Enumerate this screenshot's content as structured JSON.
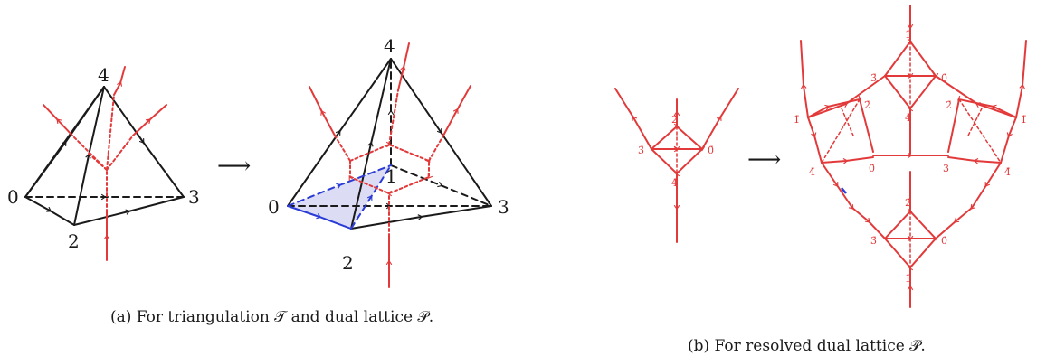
{
  "colors": {
    "black": "#1a1a1a",
    "red": "#e23a3a",
    "blue": "#2b3cd6",
    "fill": "#dcdcf4"
  },
  "panel_a": {
    "left_labels": {
      "v0": "0",
      "v2": "2",
      "v3": "3",
      "v4": "4"
    },
    "right_labels": {
      "v0": "0",
      "v1": "1",
      "v2": "2",
      "v3": "3",
      "v4": "4"
    },
    "arrow": "⟶",
    "caption": "(a) For triangulation 𝒯 and dual lattice 𝒫."
  },
  "panel_b": {
    "left_labels": {
      "top": "2̄",
      "left": "3̄",
      "right": "0̄",
      "bottom": "4̄"
    },
    "arrow": "⟶",
    "right_labels": {
      "top_top": "1̄",
      "top_left": "3̄",
      "top_right": "0̄",
      "top_bottom": "4̄",
      "left_outer": "1̄",
      "left_inner": "2̄",
      "left_bottom": "4̄",
      "right_inner": "2̄",
      "right_outer": "1̄",
      "right_bottom": "4̄",
      "mid_left": "0̄",
      "mid_right": "3",
      "bot_top": "2̄",
      "bot_left": "3̄",
      "bot_right": "0̄",
      "bot_bottom": "1̄"
    },
    "caption": "(b) For resolved dual lattice 𝒫̃."
  }
}
